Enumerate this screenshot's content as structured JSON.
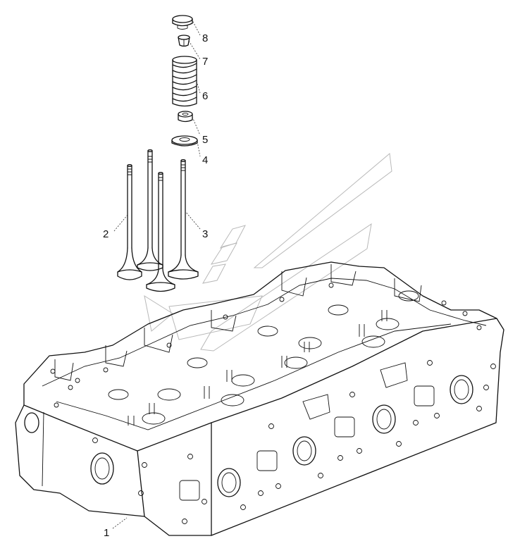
{
  "callouts": {
    "c1": "1",
    "c2": "2",
    "c3": "3",
    "c4": "4",
    "c5": "5",
    "c6": "6",
    "c7": "7",
    "c8": "8"
  },
  "colors": {
    "line": "#111111",
    "watermark": "#b8b8b8",
    "background": "#ffffff"
  }
}
